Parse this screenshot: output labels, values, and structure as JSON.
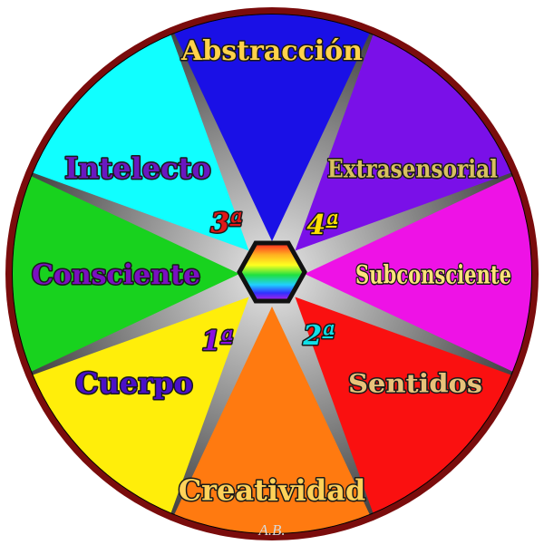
{
  "sectors": [
    {
      "id": "abstraccion",
      "label": "Abstracción",
      "color": "#1a10e6",
      "text_color": "#ffd24a"
    },
    {
      "id": "extrasensorial",
      "label": "Extrasensorial",
      "color": "#7a10e8",
      "text_color": "#d8c060"
    },
    {
      "id": "subconsciente",
      "label": "Subconsciente",
      "color": "#ee12e6",
      "text_color": "#ffe27a"
    },
    {
      "id": "sentidos",
      "label": "Sentidos",
      "color": "#fa1010",
      "text_color": "#e8c27a"
    },
    {
      "id": "creatividad",
      "label": "Creatividad",
      "color": "#ff7a10",
      "text_color": "#ffd25a"
    },
    {
      "id": "cuerpo",
      "label": "Cuerpo",
      "color": "#ffee0a",
      "text_color": "#4a10c8"
    },
    {
      "id": "consciente",
      "label": "Consciente",
      "color": "#18d21e",
      "text_color": "#7a10c0"
    },
    {
      "id": "intelecto",
      "label": "Intelecto",
      "color": "#10ffff",
      "text_color": "#6a18c0"
    }
  ],
  "ordinals": [
    {
      "id": "ord-3",
      "label": "3ª",
      "color": "#e01818"
    },
    {
      "id": "ord-4",
      "label": "4ª",
      "color": "#ffe000"
    },
    {
      "id": "ord-2",
      "label": "2ª",
      "color": "#10e0e8"
    },
    {
      "id": "ord-1",
      "label": "1ª",
      "color": "#8a10e0"
    }
  ],
  "signature": "A.B.",
  "colors": {
    "ring": "#7a0c0c",
    "background": "#000000",
    "spokes": "#8a8a8a"
  }
}
